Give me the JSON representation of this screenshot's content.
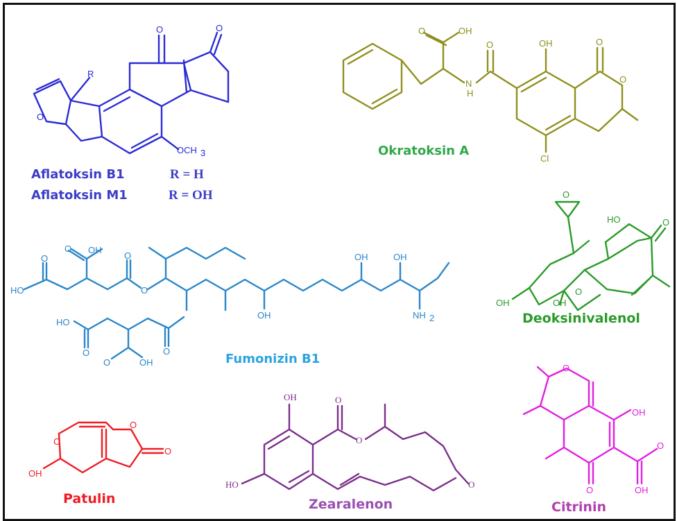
{
  "colors": {
    "aflatoxin": "#2b2bd6",
    "ochratoxin": "#8f8f1e",
    "ochratoxin_label": "#2fa84a",
    "fumonisin": "#2a86c8",
    "fumonisin_label": "#2aa3e0",
    "don": "#2a9a2a",
    "patulin": "#ee1c24",
    "zearalenone": "#7a2e8c",
    "zearalenone_label": "#9a4fb0",
    "citrinin": "#e21ee2"
  },
  "molecules": {
    "aflatoxin": {
      "name_b1": "Aflatoksin B1",
      "name_m1": "Aflatoksin M1",
      "r_b1": "R = H",
      "r_m1": "R = OH",
      "atoms": {
        "o_top1": "O",
        "o_top2": "O",
        "r": "R",
        "o_ring": "O",
        "och3": "OCH",
        "sub3": "3"
      }
    },
    "ochratoxin": {
      "name": "Okratoksin A",
      "atoms": {
        "o_acid": "O",
        "oh_acid": "OH",
        "nh_n": "N",
        "nh_h": "H",
        "o_amide": "O",
        "oh_phenol": "OH",
        "o_lactone_c": "O",
        "o_lactone": "O",
        "cl": "Cl"
      }
    },
    "fumonisin": {
      "name": "Fumonizin B1",
      "atoms": {
        "oh1": "OH",
        "o1": "O",
        "ho1": "HO",
        "o2": "O",
        "o3": "O",
        "o4": "O",
        "ho2": "HO",
        "o5": "O",
        "o6": "O",
        "oh2": "OH",
        "o7": "O",
        "oh3": "OH",
        "oh4": "OH",
        "oh5": "OH",
        "nh": "NH",
        "nh_sub": "2"
      }
    },
    "don": {
      "name": "Deoksinivalenol",
      "atoms": {
        "o_epox": "O",
        "ho": "HO",
        "o_keto": "O",
        "o_bridge": "O",
        "oh1": "OH",
        "oh2": "OH"
      }
    },
    "patulin": {
      "name": "Patulin",
      "atoms": {
        "o_ring1": "O",
        "o_ring2": "O",
        "o_keto": "O",
        "oh": "OH"
      }
    },
    "zearalenone": {
      "name": "Zearalenon",
      "atoms": {
        "oh": "OH",
        "o_carb": "O",
        "o_ester": "O",
        "ho": "HO",
        "o_keto": "O"
      }
    },
    "citrinin": {
      "name": "Citrinin",
      "atoms": {
        "o_ring": "O",
        "oh1": "OH",
        "o_keto": "O",
        "o_acid": "O",
        "oh2": "OH"
      }
    }
  }
}
